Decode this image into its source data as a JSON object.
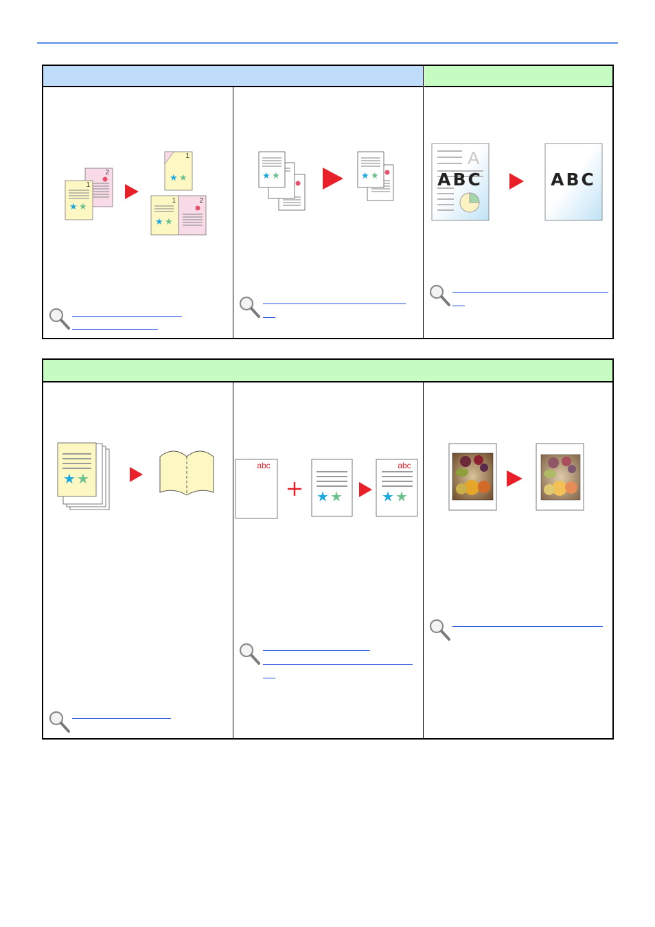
{
  "top_table": {
    "cells": [
      {
        "id": "duplex",
        "icon": "duplex-copy-icon",
        "page_numbers": [
          "1",
          "2",
          "1",
          "1",
          "2"
        ]
      },
      {
        "id": "collate",
        "icon": "collate-icon"
      },
      {
        "id": "density",
        "icon": "density-adjust-icon",
        "original_text": "ABC",
        "original_big_letter": "A",
        "result_text": "ABC"
      }
    ]
  },
  "bottom_table": {
    "cells": [
      {
        "id": "booklet",
        "icon": "booklet-icon"
      },
      {
        "id": "form_overlay",
        "icon": "form-overlay-icon",
        "form_text": "abc",
        "result_text": "abc"
      },
      {
        "id": "photo",
        "icon": "photo-image-quality-icon"
      }
    ]
  },
  "colors": {
    "header_blue": "#bfdcfb",
    "header_green": "#c6fcc1",
    "arrow": "#e8202a",
    "link": "#1a4be0",
    "rule": "#7ea6e6"
  }
}
